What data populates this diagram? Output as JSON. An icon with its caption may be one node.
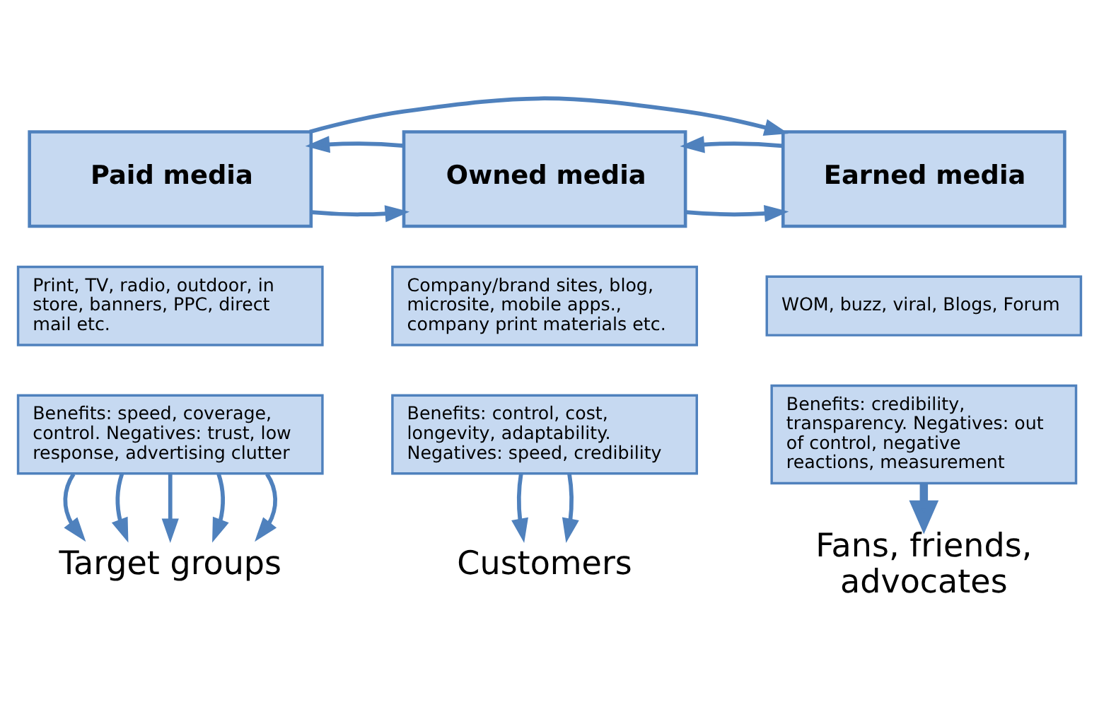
{
  "diagram": {
    "nodes": [
      {
        "text": [
          "Paid media"
        ]
      },
      {
        "text": [
          "Owned media"
        ]
      },
      {
        "text": [
          "Earned media"
        ]
      },
      {
        "text": [
          "Print, TV, radio, outdoor, in store, banners, PPC, direct mail etc."
        ]
      },
      {
        "text": [
          "Company/brand sites, blog, microsite, mobile apps., company print materials etc."
        ]
      },
      {
        "text": [
          "WOM, buzz, viral, Blogs, Forum"
        ]
      },
      {
        "text": [
          "Benefits: speed, coverage, control. Negatives: trust, low response, advertising clutter"
        ]
      },
      {
        "text": [
          "Benefits: control, cost, longevity, adaptability. Negatives: speed, credibility"
        ]
      },
      {
        "text": [
          "Benefits: credibility, transparency. Negatives: out of control, negative reactions, measurement"
        ]
      },
      {
        "text": [
          "Target groups"
        ]
      },
      {
        "text": [
          "Customers"
        ]
      },
      {
        "text": [
          "Fans, friends, advocates"
        ]
      }
    ],
    "edges": [
      {
        "from": 0,
        "to": 1,
        "arrow": "to"
      },
      {
        "from": 1,
        "to": 0,
        "arrow": "to"
      },
      {
        "from": 1,
        "to": 2,
        "arrow": "to"
      },
      {
        "from": 2,
        "to": 1,
        "arrow": "to"
      },
      {
        "from": 0,
        "to": 2,
        "arrow": "to"
      },
      {
        "from": 6,
        "to": 9,
        "arrow": "to"
      },
      {
        "from": 6,
        "to": 9,
        "arrow": "to"
      },
      {
        "from": 6,
        "to": 9,
        "arrow": "to"
      },
      {
        "from": 6,
        "to": 9,
        "arrow": "to"
      },
      {
        "from": 6,
        "to": 9,
        "arrow": "to"
      },
      {
        "from": 7,
        "to": 10,
        "arrow": "to"
      },
      {
        "from": 7,
        "to": 10,
        "arrow": "to"
      },
      {
        "from": 8,
        "to": 11,
        "arrow": "to",
        "style": "thick"
      }
    ]
  }
}
